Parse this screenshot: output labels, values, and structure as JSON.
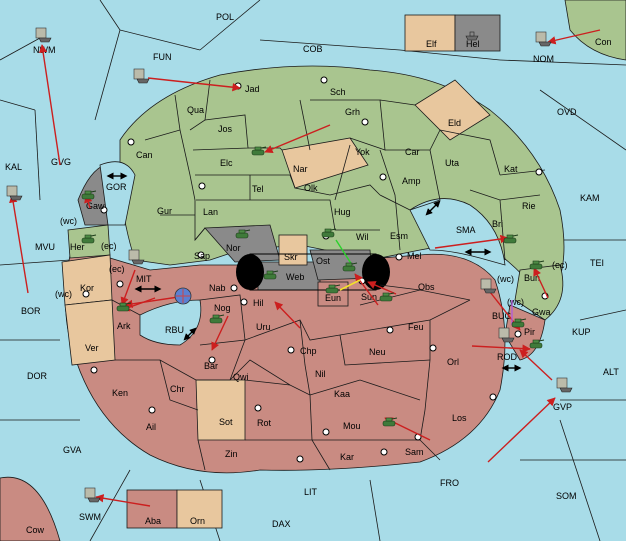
{
  "colors": {
    "sea": "#a8dce8",
    "green": "#a9c58f",
    "red": "#c98b82",
    "tan": "#e8c79e",
    "grey": "#8a8a8a",
    "black": "#000000",
    "order": "#cc1f1f"
  },
  "sea_labels": [
    "POL",
    "COB",
    "FUN",
    "NWM",
    "NOM",
    "Con",
    "OVD",
    "KAL",
    "GVG",
    "MVU",
    "BOR",
    "KAM",
    "TEI",
    "ALT",
    "KUP",
    "DOR",
    "GVA",
    "FRO",
    "SOM",
    "LIT",
    "DAX",
    "SWM",
    "GVP",
    "SMA",
    "RBU",
    "GOR",
    "MIT",
    "BUC",
    "ROD"
  ],
  "land_labels": [
    "Jad",
    "Sch",
    "Qua",
    "Jos",
    "Grh",
    "Eld",
    "Can",
    "Elc",
    "Nar",
    "Yok",
    "Car",
    "Uta",
    "Kat",
    "Tel",
    "Olk",
    "Amp",
    "Rie",
    "Gur",
    "Lan",
    "Hug",
    "Bri",
    "Esm",
    "Wil",
    "Nor",
    "Skr",
    "Ost",
    "Mel",
    "Sap",
    "Web",
    "Nab",
    "Eun",
    "Sun",
    "Obs",
    "Hil",
    "Nog",
    "Uru",
    "Feu",
    "Chp",
    "Neu",
    "Orl",
    "Bar",
    "Qwi",
    "Nil",
    "Ken",
    "Chr",
    "Kaa",
    "Los",
    "Ail",
    "Sot",
    "Rot",
    "Mou",
    "Sam",
    "Zin",
    "Kar",
    "Gaw",
    "Her",
    "Kor",
    "Ver",
    "Ark",
    "Gwa",
    "Pir",
    "Elf",
    "Hel",
    "Cow",
    "Aba",
    "Orn",
    "Bun"
  ],
  "coast_tags": [
    "(wc)",
    "(ec)",
    "(ec)",
    "(wc)",
    "(wc)",
    "(ec)",
    "(wc)"
  ],
  "units_legend": {
    "army": "tank-icon",
    "fleet": "ship-icon"
  }
}
